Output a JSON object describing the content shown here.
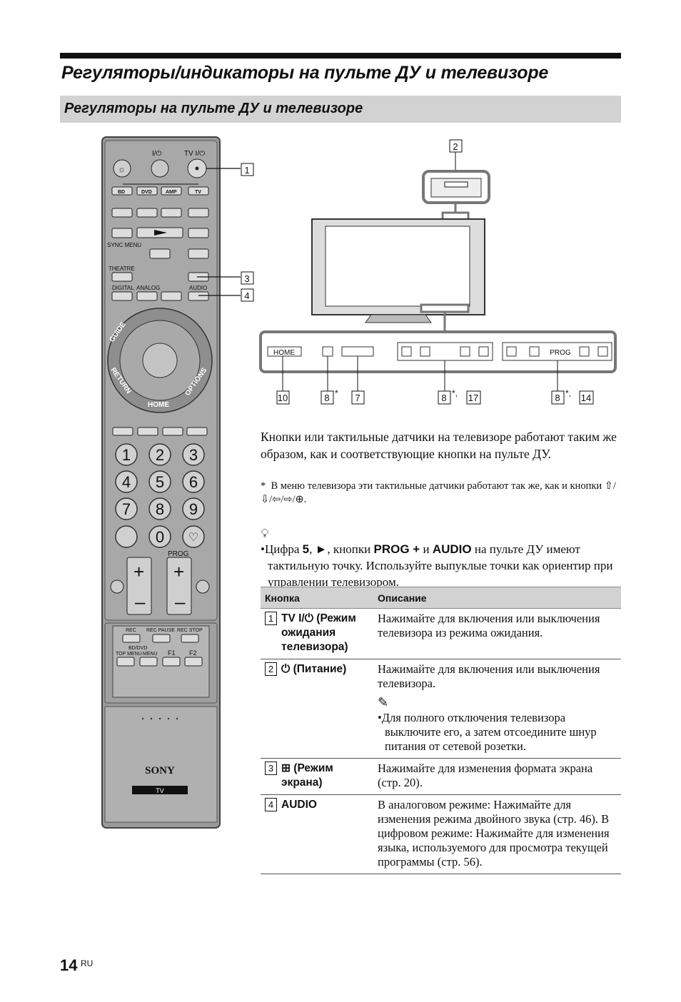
{
  "title": "Регуляторы/индикаторы на пульте ДУ и телевизоре",
  "section_title": "Регуляторы на пульте ДУ и телевизоре",
  "remote": {
    "power_label": "I/⏻",
    "tv_power_label": "TV I/⏻",
    "mode_buttons": [
      "BD",
      "DVD",
      "AMP",
      "TV"
    ],
    "sync_menu": "SYNC MENU",
    "theatre": "THEATRE",
    "digital": "DIGITAL",
    "analog": "ANALOG",
    "audio": "AUDIO",
    "guide": "GUIDE",
    "return": "RETURN",
    "options": "OPTIONS",
    "home": "HOME",
    "digits": [
      "1",
      "2",
      "3",
      "4",
      "5",
      "6",
      "7",
      "8",
      "9",
      "0"
    ],
    "prog": "PROG",
    "rec": "REC",
    "rec_pause": "REC PAUSE",
    "rec_stop": "REC STOP",
    "bd_dvd": "BD/DVD",
    "top_menu": "TOP MENU",
    "menu": "MENU",
    "f1": "F1",
    "f2": "F2",
    "brand": "SONY",
    "tv_badge": "TV"
  },
  "tv_panel": {
    "home": "HOME",
    "prog": "PROG"
  },
  "callouts": {
    "c1": "1",
    "c2": "2",
    "c3": "3",
    "c4": "4",
    "c10": "10",
    "c8a": "8",
    "c7": "7",
    "c8b": "8",
    "c17": "17",
    "c8c": "8",
    "c14": "14"
  },
  "intro": "Кнопки или тактильные датчики на телевизоре работают таким же образом, как и соответствующие кнопки на пульте ДУ.",
  "footnote_mark": "*",
  "footnote": "В меню телевизора эти тактильные датчики работают так же, как и кнопки ⇧/⇩/⇦/⇨/⊕.",
  "tip": {
    "t1": "Цифра ",
    "b1": "5",
    "t2": ", ►, кнопки ",
    "b2": "PROG +",
    "t3": " и ",
    "b3": "AUDIO",
    "t4": " на пульте ДУ имеют тактильную точку. Используйте выпуклые точки как ориентир при управлении телевизором."
  },
  "table": {
    "headers": [
      "Кнопка",
      "Описание"
    ],
    "rows": [
      {
        "num": "1",
        "button": "TV I/⏻ (Режим ожидания телевизора)",
        "desc": "Нажимайте для включения или выключения телевизора из режима ожидания.",
        "note": ""
      },
      {
        "num": "2",
        "button": "⏻ (Питание)",
        "desc": "Нажимайте для включения или выключения телевизора.",
        "note": "Для полного отключения телевизора выключите его, а затем отсоедините шнур питания от сетевой розетки."
      },
      {
        "num": "3",
        "button": "⊞ (Режим экрана)",
        "desc": "Нажимайте для изменения формата экрана (стр. 20).",
        "note": ""
      },
      {
        "num": "4",
        "button": "AUDIO",
        "desc": "В аналоговом режиме: Нажимайте для изменения режима двойного звука (стр. 46). В цифровом режиме: Нажимайте для изменения языка, используемого для просмотра текущей программы (стр. 56).",
        "note": ""
      }
    ]
  },
  "page_number": "14",
  "page_lang": "RU"
}
